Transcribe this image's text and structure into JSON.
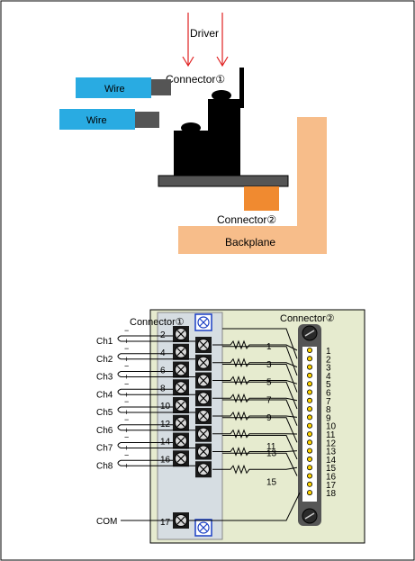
{
  "top": {
    "driver_label": "Driver",
    "connector1_label": "Connector①",
    "connector2_label": "Connector②",
    "wire_labels": [
      "Wire",
      "Wire"
    ],
    "backplane_label": "Backplane"
  },
  "bottom": {
    "connector1_label": "Connector①",
    "connector2_label": "Connector②",
    "channels": [
      {
        "name": "Ch1",
        "minus": "−",
        "plus": "+",
        "pin": "2"
      },
      {
        "name": "Ch2",
        "minus": "−",
        "plus": "+",
        "pin": "4"
      },
      {
        "name": "Ch3",
        "minus": "−",
        "plus": "+",
        "pin": "6"
      },
      {
        "name": "Ch4",
        "minus": "−",
        "plus": "+",
        "pin": "8"
      },
      {
        "name": "Ch5",
        "minus": "−",
        "plus": "+",
        "pin": "10"
      },
      {
        "name": "Ch6",
        "minus": "−",
        "plus": "+",
        "pin": "12"
      },
      {
        "name": "Ch7",
        "minus": "−",
        "plus": "+",
        "pin": "14"
      },
      {
        "name": "Ch8",
        "minus": "−",
        "plus": "+",
        "pin": "16"
      }
    ],
    "com_label": "COM",
    "com_pin": "17",
    "odd_pins": [
      "1",
      "3",
      "5",
      "7",
      "9",
      "11",
      "13",
      "15"
    ],
    "connector2_pins": [
      "1",
      "2",
      "3",
      "4",
      "5",
      "6",
      "7",
      "8",
      "9",
      "10",
      "11",
      "12",
      "13",
      "14",
      "15",
      "16",
      "17",
      "18"
    ]
  },
  "colors": {
    "wire": "#29abe2",
    "backplane": "#f7bd8a",
    "connector2_block": "#f08a30",
    "board": "#e6ebcf",
    "driver_arrow": "#e02020",
    "terminal_block": "#d6dde2",
    "pin_dot": "#ffd400"
  }
}
